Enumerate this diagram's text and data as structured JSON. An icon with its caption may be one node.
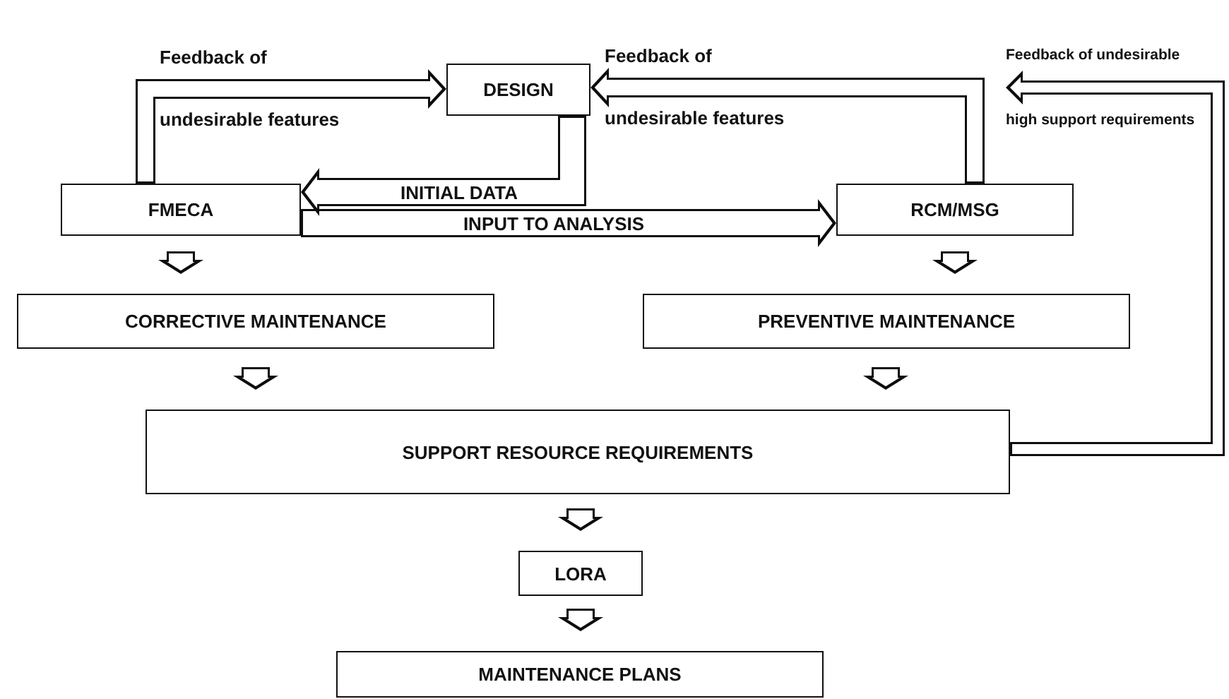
{
  "diagram": {
    "nodes": [
      {
        "text": [
          "DESIGN"
        ]
      },
      {
        "text": [
          "FMECA"
        ]
      },
      {
        "text": [
          "RCM/MSG"
        ]
      },
      {
        "text": [
          "CORRECTIVE MAINTENANCE"
        ]
      },
      {
        "text": [
          "PREVENTIVE MAINTENANCE"
        ]
      },
      {
        "text": [
          "SUPPORT RESOURCE REQUIREMENTS"
        ]
      },
      {
        "text": [
          "LORA"
        ]
      },
      {
        "text": [
          "MAINTENANCE PLANS"
        ]
      }
    ],
    "edges": [
      {
        "from": 1,
        "to": 0,
        "arrow": "to",
        "label": "Feedback of undesirable features"
      },
      {
        "from": 0,
        "to": 1,
        "arrow": "to",
        "label": "INITIAL DATA"
      },
      {
        "from": 1,
        "to": 2,
        "arrow": "to",
        "label": "INPUT TO ANALYSIS"
      },
      {
        "from": 2,
        "to": 0,
        "arrow": "to",
        "label": "Feedback of undesirable features"
      },
      {
        "from": 5,
        "to": null,
        "arrow": "to",
        "label": "Feedback of undesirable high support requirements"
      },
      {
        "from": 1,
        "to": 3,
        "arrow": "to"
      },
      {
        "from": 2,
        "to": 4,
        "arrow": "to"
      },
      {
        "from": 3,
        "to": 5,
        "arrow": "to"
      },
      {
        "from": 4,
        "to": 5,
        "arrow": "to"
      },
      {
        "from": 5,
        "to": 6,
        "arrow": "to"
      },
      {
        "from": 6,
        "to": 7,
        "arrow": "to"
      }
    ]
  }
}
